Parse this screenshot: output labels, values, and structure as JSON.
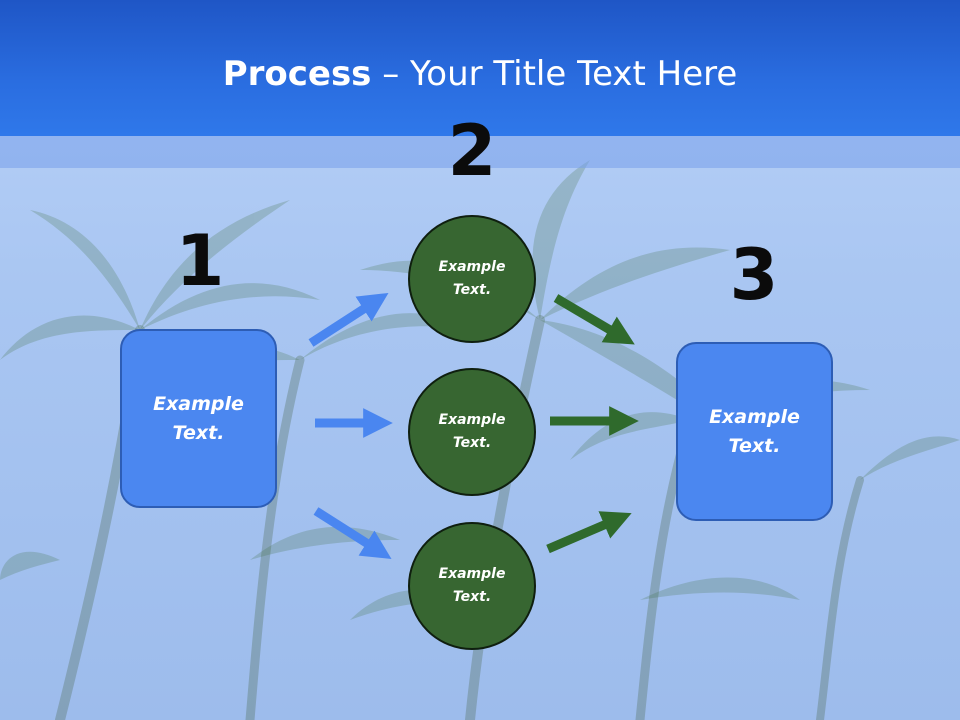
{
  "title": {
    "bold": "Process",
    "rest": " – Your Title Text Here"
  },
  "steps": [
    {
      "number": "1",
      "label": "Example Text."
    },
    {
      "number": "2",
      "items": [
        "Example Text.",
        "Example Text.",
        "Example Text."
      ]
    },
    {
      "number": "3",
      "label": "Example Text."
    }
  ],
  "colors": {
    "header": "#2a6de0",
    "box_fill": "#4b87f0",
    "circle_fill": "#376631",
    "blue_arrow": "#4a86f0",
    "green_arrow": "#2f6a2c"
  }
}
